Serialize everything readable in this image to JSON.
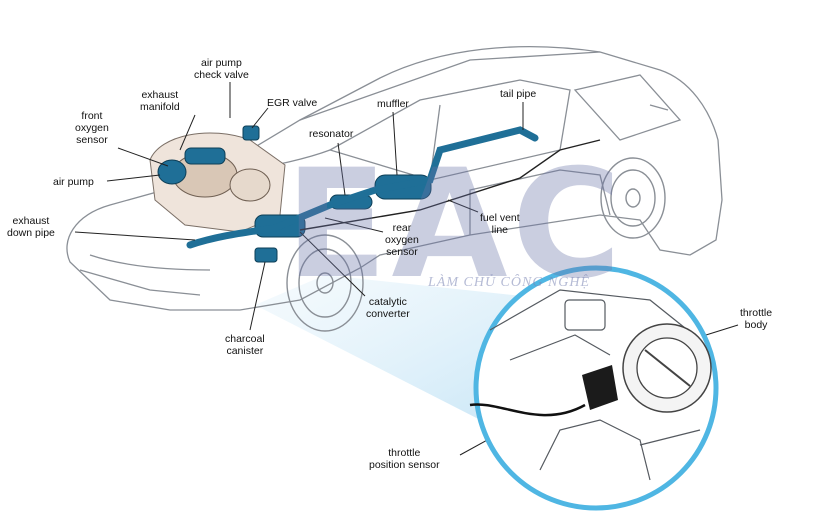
{
  "labels": {
    "air_pump_check_valve": "air pump\ncheck valve",
    "exhaust_manifold": "exhaust\nmanifold",
    "egr_valve": "EGR valve",
    "muffler": "muffler",
    "tail_pipe": "tail pipe",
    "front_oxygen_sensor": "front\noxygen\nsensor",
    "resonator": "resonator",
    "air_pump": "air pump",
    "exhaust_down_pipe": "exhaust\ndown pipe",
    "rear_oxygen_sensor": "rear\noxygen\nsensor",
    "fuel_vent_line": "fuel vent\nline",
    "catalytic_converter": "catalytic\nconverter",
    "charcoal_canister": "charcoal\ncanister",
    "throttle_body": "throttle\nbody",
    "throttle_position_sensor": "throttle\nposition sensor"
  },
  "watermark": {
    "logo": "EAC",
    "tagline": "LÀM CHỦ CÔNG NGHỆ"
  },
  "colors": {
    "exhaust_pipe": "#1f6f97",
    "car_outline": "#8a8f96",
    "leader_line": "#222222",
    "inset_ring": "#4fb6e3",
    "watermark": "#6a74a8"
  }
}
